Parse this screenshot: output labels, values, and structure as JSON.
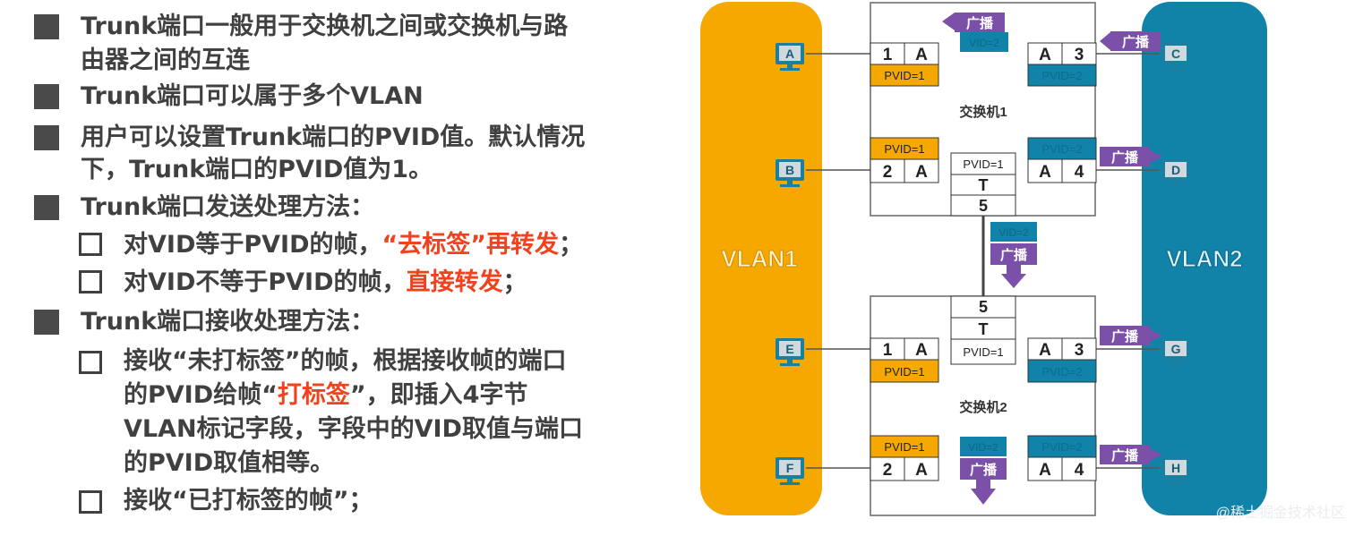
{
  "bullets": [
    {
      "lines": [
        "Trunk端口一般用于交换机之间或交换机与路",
        "由器之间的互连"
      ]
    },
    {
      "lines": [
        "Trunk端口可以属于多个VLAN"
      ]
    },
    {
      "lines": [
        "用户可以设置Trunk端口的PVID值。默认情况",
        "下，Trunk端口的PVID值为1。"
      ]
    },
    {
      "lines": [
        "Trunk端口发送处理方法："
      ]
    }
  ],
  "send_items": [
    {
      "prefix": "对VID等于PVID的帧，",
      "highlight": "“去标签”再转发",
      "suffix": "；"
    },
    {
      "prefix": "对VID不等于PVID的帧，",
      "highlight": "直接转发",
      "suffix": "；"
    }
  ],
  "receive_heading": "Trunk端口接收处理方法：",
  "receive_items": {
    "item1": {
      "line1": "接收“未打标签”的帧，根据接收帧的端口",
      "line2_prefix": "的PVID给帧“",
      "line2_highlight": "打标签",
      "line2_suffix": "”，即插入4字节",
      "line3": "VLAN标记字段，字段中的VID取值与端口",
      "line4": "的PVID取值相等。"
    },
    "item2": "接收“已打标签的帧”；"
  },
  "diagram": {
    "vlan1": "VLAN1",
    "vlan2": "VLAN2",
    "switch1": "交换机1",
    "switch2": "交换机2",
    "hosts": [
      "A",
      "B",
      "C",
      "D",
      "E",
      "F",
      "G",
      "H"
    ],
    "port_nums": {
      "p1": "1",
      "p2": "2",
      "p3": "3",
      "p4": "4",
      "p5": "5"
    },
    "port_vlan_letter": "A",
    "trunk_letter": "T",
    "pvid1": "PVID=1",
    "pvid2": "PVID=2",
    "vid2": "VID=2",
    "broadcast": "广播",
    "colors": {
      "vlan1": "#f5a800",
      "vlan2": "#1182a8",
      "pvid1_fill": "#f5a800",
      "pvid2_fill": "#1182a8",
      "broadcast": "#7a50a8",
      "tag": "#1182a8"
    }
  },
  "watermark": "@稀土掘金技术社区"
}
